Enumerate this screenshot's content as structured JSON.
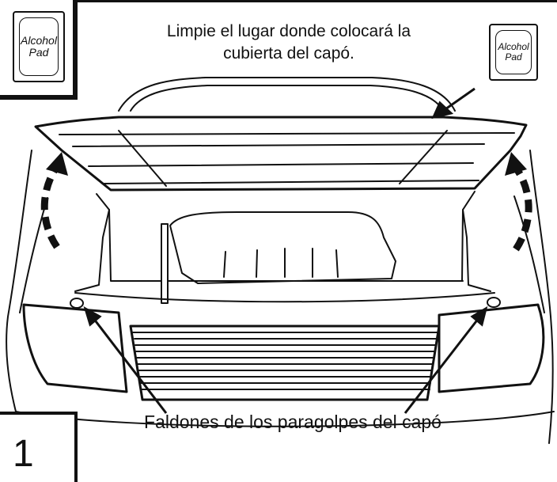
{
  "instruction_text": "Limpie el lugar donde colocará la cubierta del capó.",
  "pads": {
    "left": {
      "line1": "Alcohol",
      "line2": "Pad"
    },
    "right": {
      "line1": "Alcohol",
      "line2": "Pad"
    }
  },
  "flaps_label": "Faldones de los paragolpes del capó",
  "step_number": "1",
  "colors": {
    "line": "#111111",
    "background": "#ffffff"
  },
  "icons": [
    "alcohol-pad-icon",
    "lift-arrow-icon",
    "pointer-arrow-icon"
  ]
}
